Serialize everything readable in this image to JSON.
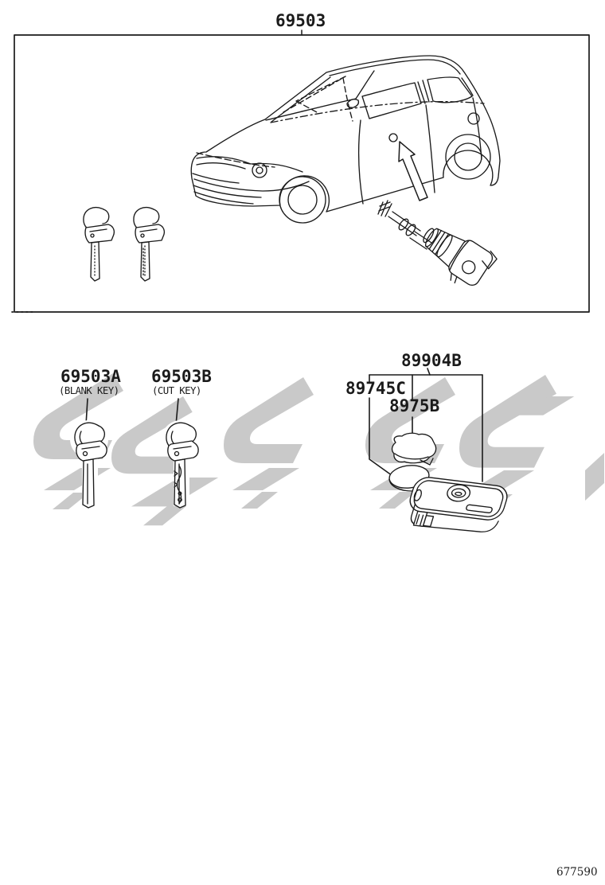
{
  "colors": {
    "line": "#1b1b1b",
    "watermark": "#c9c9c9",
    "background": "#ffffff"
  },
  "header": {
    "main_part_label": "69503"
  },
  "parts": [
    {
      "label": "69503A",
      "note": "(BLANK KEY)"
    },
    {
      "label": "69503B",
      "note": "(CUT KEY)"
    },
    {
      "label": "89904B",
      "note": ""
    },
    {
      "label": "89745C",
      "note": ""
    },
    {
      "label": "8975B",
      "note": ""
    }
  ],
  "footer": {
    "drawing_number": "677590"
  }
}
